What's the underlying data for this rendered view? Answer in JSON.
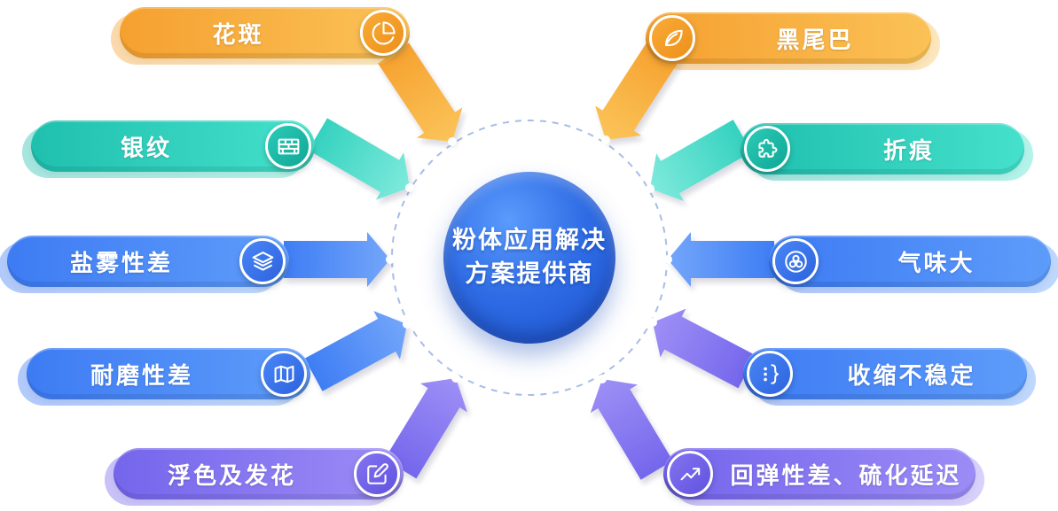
{
  "center": {
    "line1": "粉体应用解决",
    "line2": "方案提供商"
  },
  "items": [
    {
      "label": "花斑",
      "icon": "pie-chart-icon",
      "scheme": "orange",
      "side": "left"
    },
    {
      "label": "银纹",
      "icon": "bricks-icon",
      "scheme": "teal",
      "side": "left"
    },
    {
      "label": "盐雾性差",
      "icon": "layers-icon",
      "scheme": "blue",
      "side": "left"
    },
    {
      "label": "耐磨性差",
      "icon": "map-icon",
      "scheme": "blue",
      "side": "left"
    },
    {
      "label": "浮色及发花",
      "icon": "compose-icon",
      "scheme": "purple",
      "side": "left"
    },
    {
      "label": "黑尾巴",
      "icon": "leaf-icon",
      "scheme": "orange",
      "side": "right"
    },
    {
      "label": "折痕",
      "icon": "puzzle-icon",
      "scheme": "teal",
      "side": "right"
    },
    {
      "label": "气味大",
      "icon": "bubbles-icon",
      "scheme": "blue",
      "side": "right"
    },
    {
      "label": "收缩不稳定",
      "icon": "shrink-icon",
      "scheme": "blue",
      "side": "right"
    },
    {
      "label": "回弹性差、硫化延迟",
      "icon": "trend-up-icon",
      "scheme": "purple",
      "side": "right"
    }
  ],
  "palette": {
    "orange": "#F5A02F",
    "teal": "#21C3B0",
    "blue": "#4583F5",
    "purple": "#7A6CEE",
    "center_blue": "#2E6BE4",
    "dashed_ring": "#A7BDE6",
    "dot": "#FFFFFF"
  }
}
